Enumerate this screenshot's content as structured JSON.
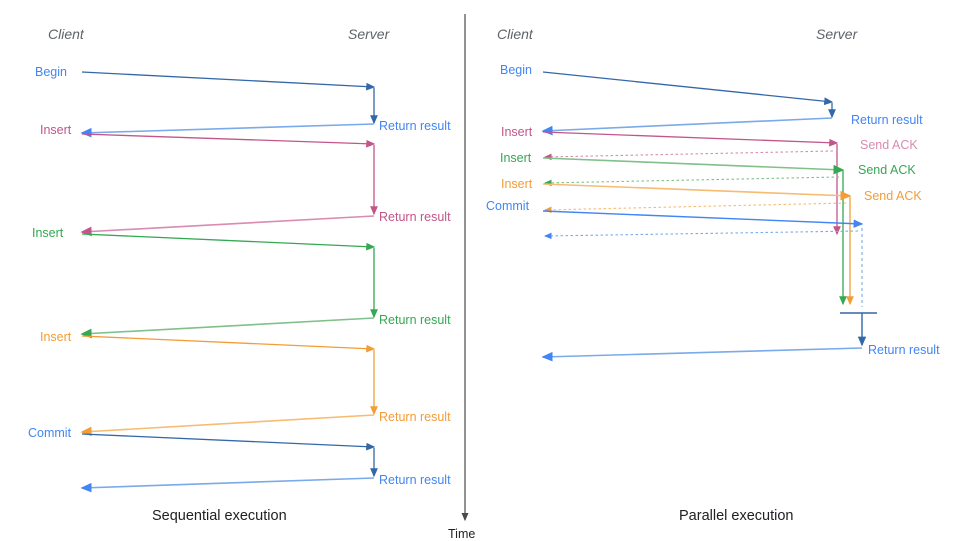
{
  "figure": {
    "type": "sequence-diagram",
    "title_left": "Sequential execution",
    "title_right": "Parallel execution",
    "time_axis_label": "Time"
  },
  "colors": {
    "blue": "#4285f4",
    "blue_dark": "#3367a8",
    "pink": "#c2558a",
    "pink_light": "#d98bb0",
    "green": "#34a853",
    "green_light": "#80c08a",
    "orange": "#f29d38",
    "orange_light": "#f7bb72",
    "actor_gray": "#5f6368",
    "caption_black": "#202124",
    "axis_gray": "#4a4a4a"
  },
  "left_panel": {
    "actors": {
      "client": "Client",
      "server": "Server"
    },
    "caption": "Sequential execution",
    "client_messages": [
      {
        "label": "Begin",
        "color": "#4285f4"
      },
      {
        "label": "Insert",
        "color": "#c2558a"
      },
      {
        "label": "Insert",
        "color": "#34a853"
      },
      {
        "label": "Insert",
        "color": "#f29d38"
      },
      {
        "label": "Commit",
        "color": "#4285f4"
      }
    ],
    "server_messages": [
      {
        "label": "Return result",
        "color": "#4285f4"
      },
      {
        "label": "Return result",
        "color": "#c2558a"
      },
      {
        "label": "Return result",
        "color": "#34a853"
      },
      {
        "label": "Return result",
        "color": "#f29d38"
      },
      {
        "label": "Return result",
        "color": "#4285f4"
      }
    ]
  },
  "right_panel": {
    "actors": {
      "client": "Client",
      "server": "Server"
    },
    "caption": "Parallel execution",
    "client_messages": [
      {
        "label": "Begin",
        "color": "#4285f4"
      },
      {
        "label": "Insert",
        "color": "#c2558a"
      },
      {
        "label": "Insert",
        "color": "#34a853"
      },
      {
        "label": "Insert",
        "color": "#f29d38"
      },
      {
        "label": "Commit",
        "color": "#4285f4"
      }
    ],
    "server_messages": [
      {
        "label": "Return result",
        "color": "#4285f4"
      },
      {
        "label": "Send ACK",
        "color": "#c2558a"
      },
      {
        "label": "Send ACK",
        "color": "#34a853"
      },
      {
        "label": "Send ACK",
        "color": "#f29d38"
      },
      {
        "label": "Return result",
        "color": "#4285f4"
      }
    ]
  }
}
